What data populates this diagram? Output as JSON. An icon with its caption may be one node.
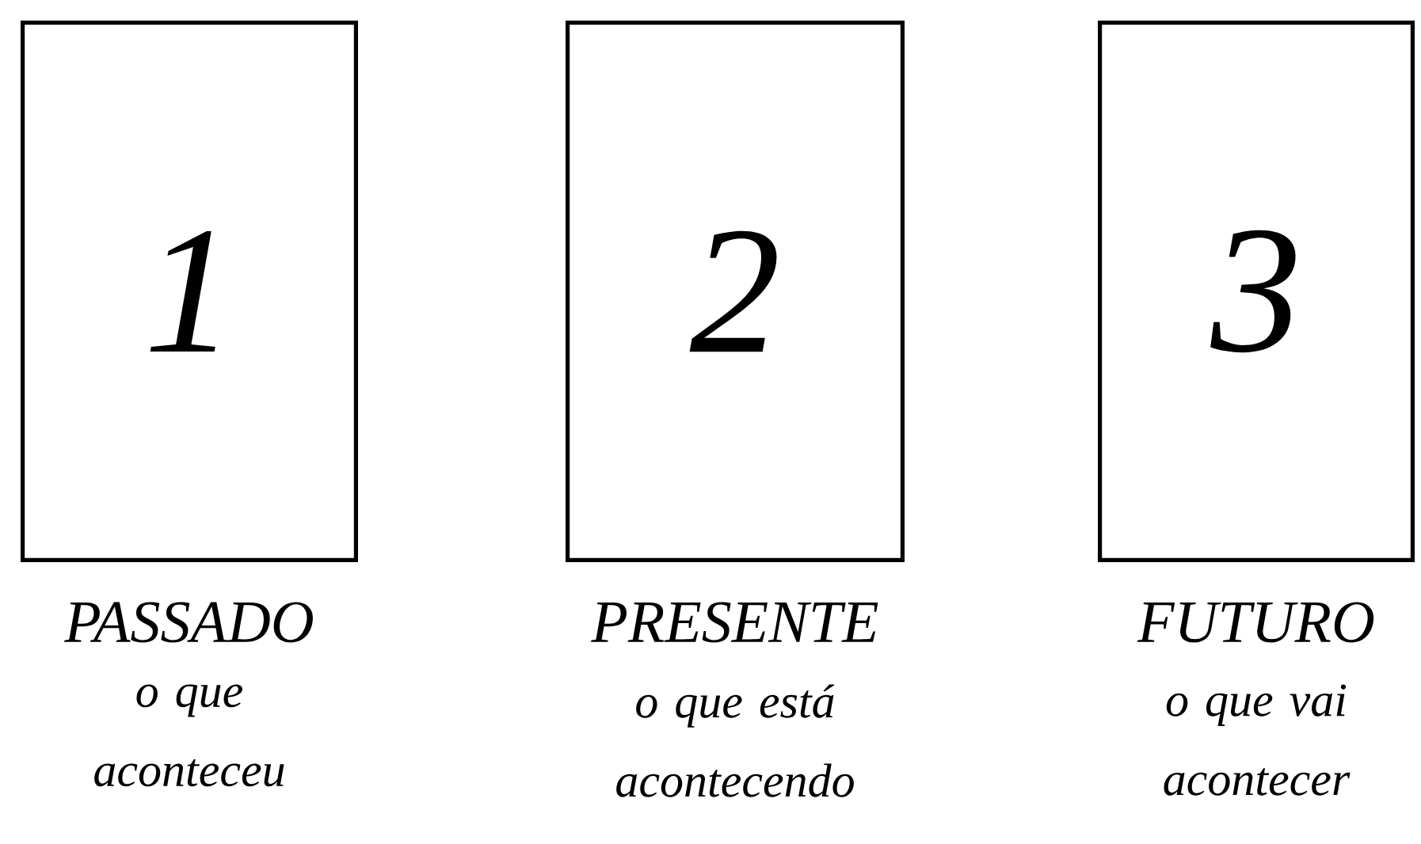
{
  "diagram": {
    "nodes": [
      {
        "text": [
          "1"
        ],
        "beside": [
          "PASSADO",
          "o que aconteceu"
        ]
      },
      {
        "text": [
          "2"
        ],
        "beside": [
          "PRESENTE",
          "o que está acontecendo"
        ]
      },
      {
        "text": [
          "3"
        ],
        "beside": [
          "FUTURO",
          "o que vai acontecer"
        ]
      }
    ]
  }
}
